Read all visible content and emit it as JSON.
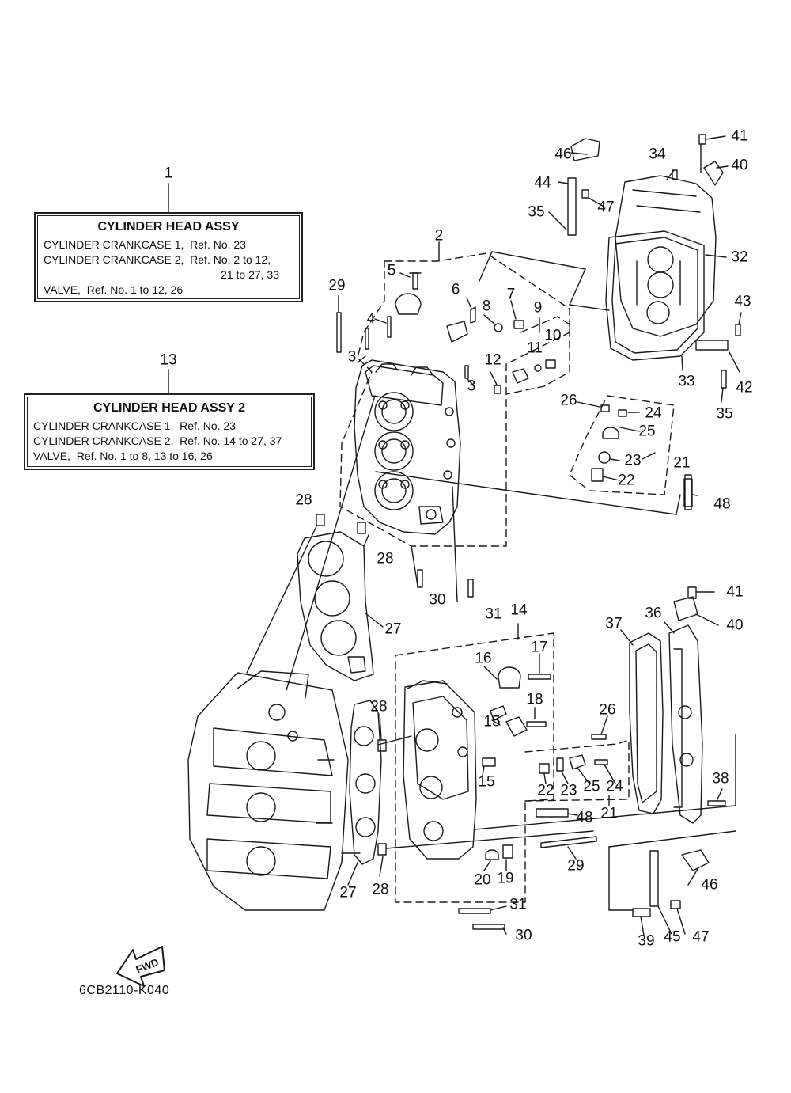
{
  "kits": [
    {
      "ref": "1",
      "title": "CYLINDER HEAD ASSY",
      "lines": [
        "CYLINDER CRANKCASE 1,  Ref. No. 23",
        "CYLINDER CRANKCASE 2,  Ref. No. 2 to 12,",
        "21 to 27, 33",
        "VALVE,  Ref. No. 1 to 12, 26"
      ]
    },
    {
      "ref": "13",
      "title": "CYLINDER HEAD ASSY 2",
      "lines": [
        "CYLINDER CRANKCASE 1,  Ref. No. 23",
        "CYLINDER CRANKCASE 2,  Ref. No. 14 to 27, 37",
        "VALVE,  Ref. No. 1 to 8, 13 to 16, 26"
      ]
    }
  ],
  "callouts": {
    "c1": "1",
    "c13": "13",
    "c2": "2",
    "c3a": "3",
    "c3b": "3",
    "c4": "4",
    "c5": "5",
    "c6": "6",
    "c7": "7",
    "c8": "8",
    "c9": "9",
    "c10": "10",
    "c11": "11",
    "c12": "12",
    "c14": "14",
    "c15a": "15",
    "c15b": "15",
    "c16": "16",
    "c17": "17",
    "c18": "18",
    "c19": "19",
    "c20": "20",
    "c21a": "21",
    "c21b": "21",
    "c22a": "22",
    "c22b": "22",
    "c23a": "23",
    "c23b": "23",
    "c24a": "24",
    "c24b": "24",
    "c25a": "25",
    "c25b": "25",
    "c26a": "26",
    "c26b": "26",
    "c27a": "27",
    "c27b": "27",
    "c28a": "28",
    "c28b": "28",
    "c28c": "28",
    "c28d": "28",
    "c29a": "29",
    "c29b": "29",
    "c30a": "30",
    "c30b": "30",
    "c31a": "31",
    "c31b": "31",
    "c32": "32",
    "c33": "33",
    "c34": "34",
    "c35a": "35",
    "c35b": "35",
    "c36": "36",
    "c37": "37",
    "c38": "38",
    "c39": "39",
    "c40a": "40",
    "c40b": "40",
    "c41a": "41",
    "c41b": "41",
    "c42": "42",
    "c43": "43",
    "c44": "44",
    "c45": "45",
    "c46a": "46",
    "c46b": "46",
    "c47a": "47",
    "c47b": "47",
    "c48a": "48",
    "c48b": "48"
  },
  "fwd_label": "FWD",
  "diagram_code": "6CB2110-K040"
}
